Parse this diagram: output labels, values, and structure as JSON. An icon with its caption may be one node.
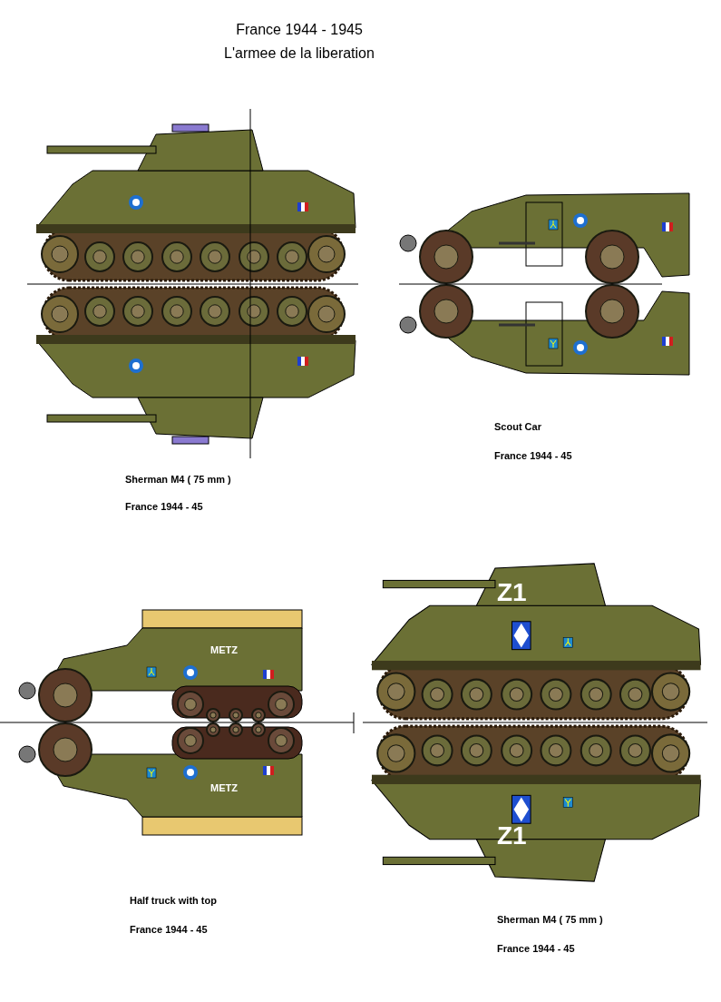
{
  "diagram": {
    "title": "France 1944 - 1945",
    "labels": [
      "L'armee de la liberation",
      "Scout Car",
      "France 1944 - 45",
      "Sherman M4 ( 75 mm )",
      "France 1944 - 45",
      "Z1",
      "METZ",
      "METZ",
      "Z1",
      "Half truck with top",
      "Sherman M4 ( 75 mm )",
      "France 1944 - 45",
      "France 1944 - 45"
    ]
  }
}
